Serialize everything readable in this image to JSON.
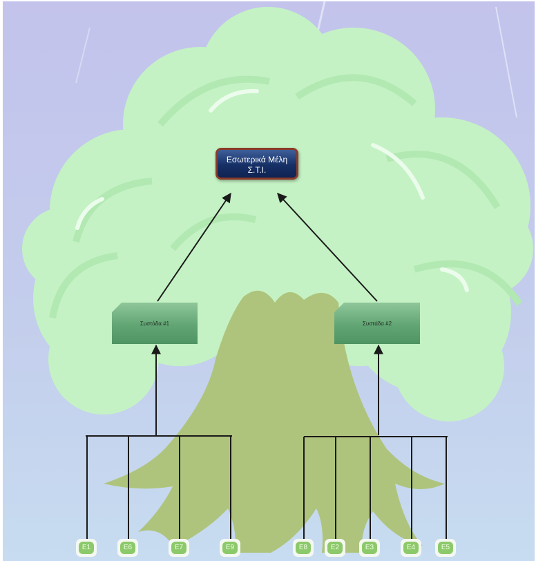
{
  "root": {
    "line1": "Εσωτερικά Μέλη",
    "line2": "Σ.Τ.Ι."
  },
  "groups": [
    {
      "label": "Συστάδα #1"
    },
    {
      "label": "Συστάδα #2"
    }
  ],
  "leaves": [
    {
      "label": "Ε1"
    },
    {
      "label": "Ε6"
    },
    {
      "label": "Ε7"
    },
    {
      "label": "Ε9"
    },
    {
      "label": "Ε8"
    },
    {
      "label": "Ε2"
    },
    {
      "label": "Ε3"
    },
    {
      "label": "Ε4"
    },
    {
      "label": "Ε5"
    }
  ],
  "colors": {
    "sky": "#c4c8ec",
    "canopy": "#c4f2c4",
    "canopy_ring": "#b0e8b0",
    "trunk": "#aec47c",
    "root_node": "#163066",
    "group_node": "#62a574",
    "leaf_node": "#8cc96a",
    "connector": "#1a1a1a"
  }
}
